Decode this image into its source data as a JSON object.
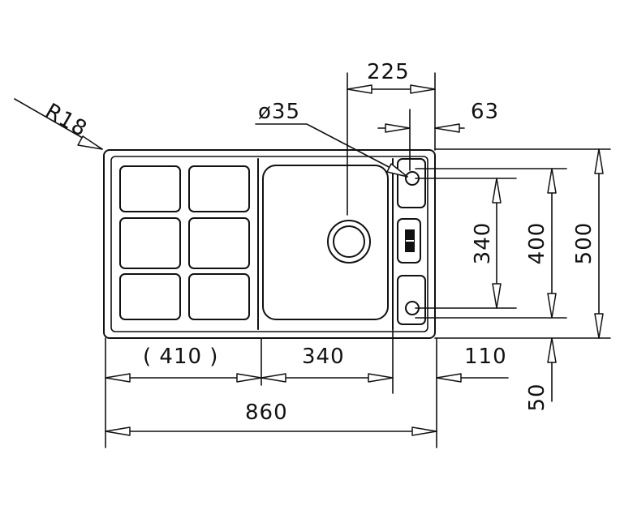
{
  "labels": {
    "radius": "R18",
    "drain_diameter": "ø35",
    "width_top_225": "225",
    "width_top_63": "63",
    "drainer_width": "( 410 )",
    "bowl_width": "340",
    "side_width": "110",
    "overall_width": "860",
    "bowl_depth": "340",
    "inner_depth": "400",
    "overall_depth": "500",
    "edge_offset": "50"
  }
}
